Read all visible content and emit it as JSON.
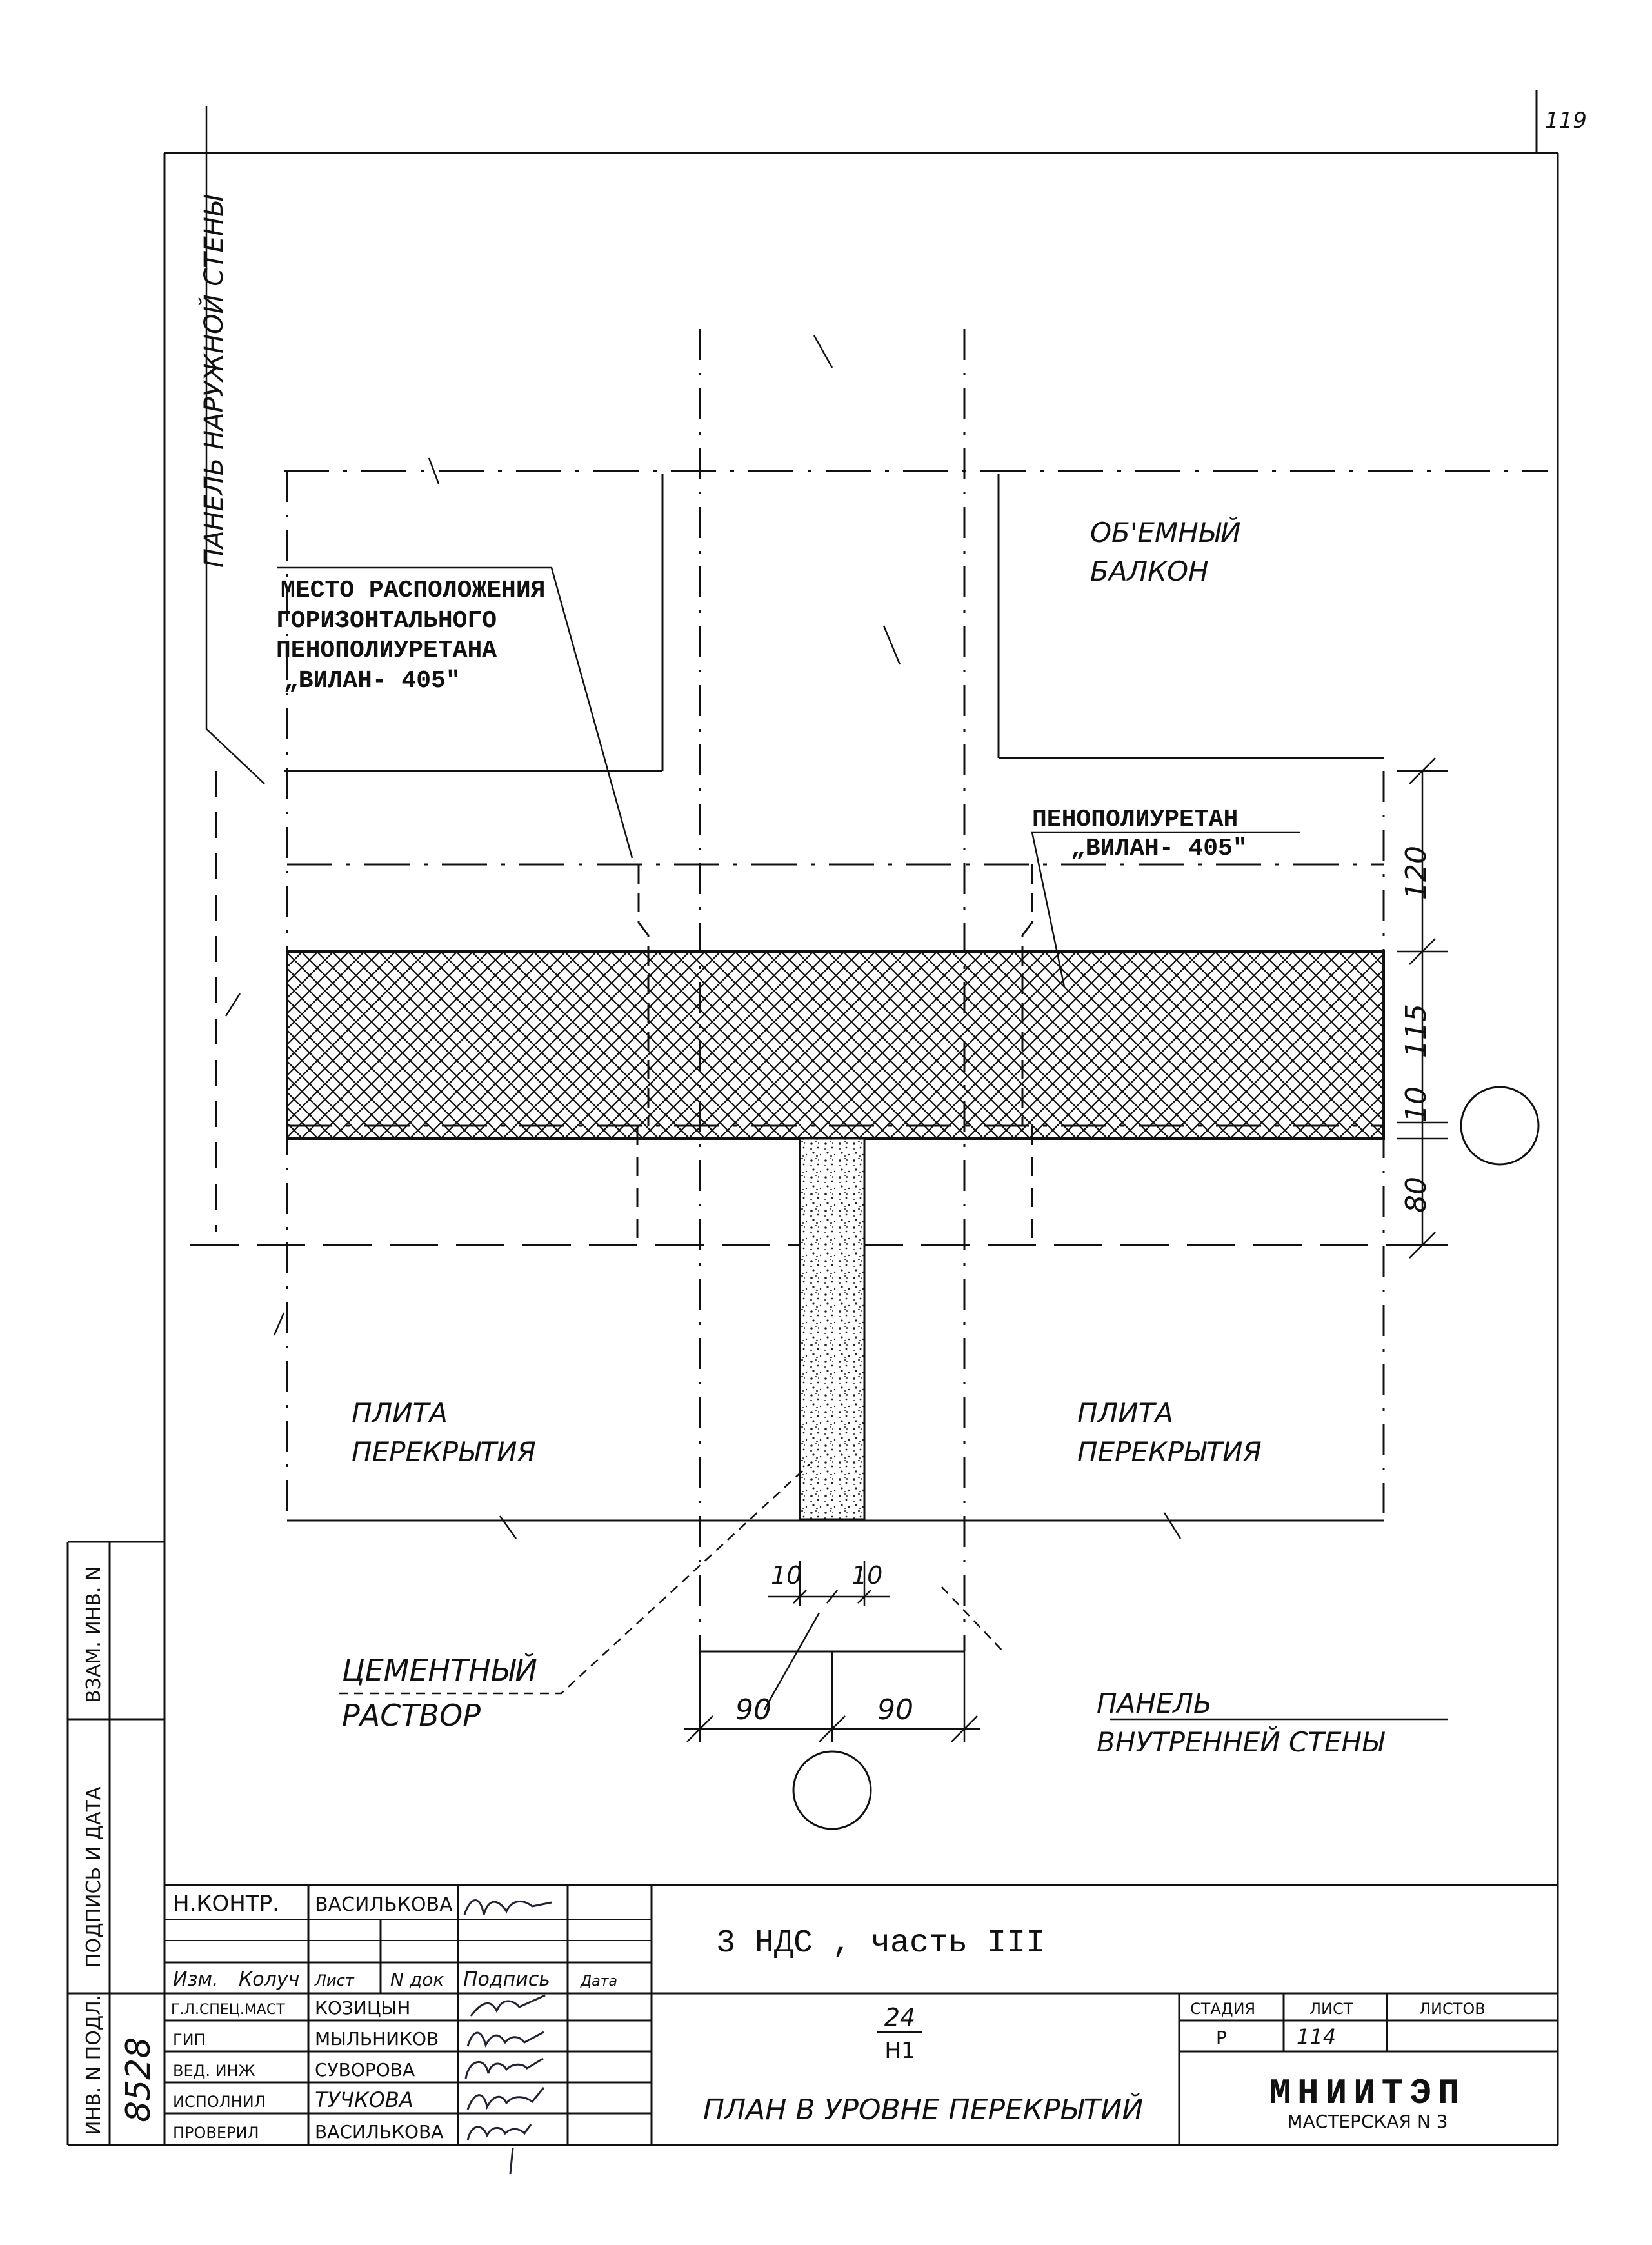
{
  "page_number": "119",
  "labels": {
    "outer_wall_panel": "ПАНЕЛЬ НАРУЖНОЙ СТЕНЫ",
    "foam_location_1": "МЕСТО РАСПОЛОЖЕНИЯ",
    "foam_location_2": "ГОРИЗОНТАЛЬНОГО",
    "foam_location_3": "ПЕНОПОЛИУРЕТАНА",
    "foam_location_4": "„ВИЛАН- 405\"",
    "balcony_1": "ОБ'ЕМНЫЙ",
    "balcony_2": "БАЛКОН",
    "foam_1": "ПЕНОПОЛИУРЕТАН",
    "foam_2": "„ВИЛАН- 405\"",
    "slab_left_1": "ПЛИТА",
    "slab_left_2": "ПЕРЕКРЫТИЯ",
    "slab_right_1": "ПЛИТА",
    "slab_right_2": "ПЕРЕКРЫТИЯ",
    "mortar_1": "ЦЕМЕНТНЫЙ",
    "mortar_2": "РАСТВОР",
    "inner_wall_1": "ПАНЕЛЬ",
    "inner_wall_2": "ВНУТРЕННЕЙ СТЕНЫ"
  },
  "dimensions": {
    "d120": "120",
    "d115": "115",
    "d10_right": "10",
    "d80": "80",
    "d10_left_small": "10",
    "d10_right_small": "10",
    "d90_left": "90",
    "d90_right": "90"
  },
  "title_block": {
    "project": "3 НДС , часть III",
    "sheet_code_top": "24",
    "sheet_code_bottom": "Н1",
    "drawing_title": "ПЛАН В УРОВНЕ ПЕРЕКРЫТИЙ",
    "stage_header": "СТАДИЯ",
    "sheet_header": "ЛИСТ",
    "sheets_header": "ЛИСТОВ",
    "stage_value": "Р",
    "sheet_value": "114",
    "org_name": "МНИИТЭП",
    "org_sub": "МАСТЕРСКАЯ N 3",
    "col_izm": "Изм.",
    "col_koluch": "Колуч",
    "col_list": "Лист",
    "col_ndok": "N док",
    "col_podpis": "Подпись",
    "col_data": "Дата",
    "rows": [
      {
        "role": "Н.КОНТР.",
        "name": "ВАСИЛЬКОВА"
      },
      {
        "role": "Г.Л.СПЕЦ.МАСТ",
        "name": "КОЗИЦЫН"
      },
      {
        "role": "ГИП",
        "name": "МЫЛЬНИКОВ"
      },
      {
        "role": "ВЕД. ИНЖ",
        "name": "СУВОРОВА"
      },
      {
        "role": "ИСПОЛНИЛ",
        "name": "ТУЧКОВА"
      },
      {
        "role": "ПРОВЕРИЛ",
        "name": "ВАСИЛЬКОВА"
      }
    ]
  },
  "side_stamp": {
    "inv_sub": "ВЗАМ. ИНВ. N",
    "sign_date": "ПОДПИСЬ И ДАТА",
    "inv_orig": "ИНВ. N ПОДЛ.",
    "inv_value": "8528"
  }
}
